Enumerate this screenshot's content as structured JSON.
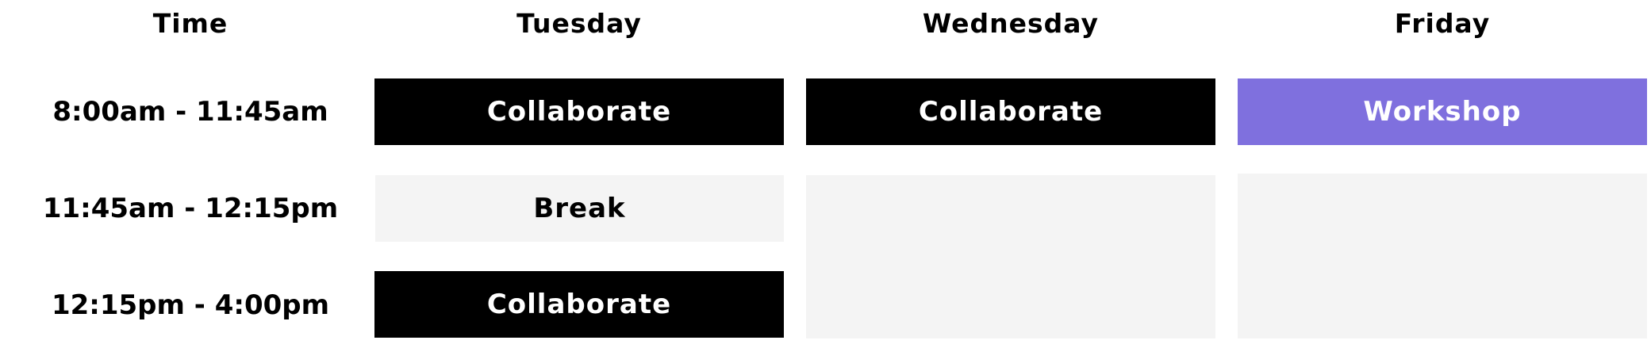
{
  "headers": {
    "time": "Time",
    "tuesday": "Tuesday",
    "wednesday": "Wednesday",
    "friday": "Friday"
  },
  "time_slots": [
    "8:00am - 11:45am",
    "11:45am - 12:15pm",
    "12:15pm - 4:00pm"
  ],
  "sessions": {
    "tuesday": [
      "Collaborate",
      "Break",
      "Collaborate"
    ],
    "wednesday": [
      "Collaborate",
      ""
    ],
    "friday": [
      "Workshop",
      ""
    ]
  },
  "colors": {
    "session_dark": "#000000",
    "workshop": "#7f70de",
    "empty_or_break": "#f4f4f4"
  }
}
